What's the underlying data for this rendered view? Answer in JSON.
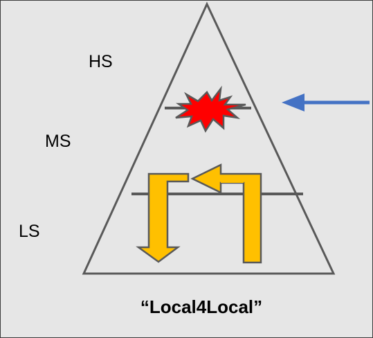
{
  "labels": {
    "high": "HS",
    "middle": "MS",
    "low": "LS"
  },
  "caption": "“Local4Local”",
  "colors": {
    "background": "#e6e6e6",
    "outline": "#595959",
    "explosion": "#ff0000",
    "loop_arrow": "#ffc000",
    "pointer_arrow": "#4472c4"
  },
  "icons": [
    "explosion-icon",
    "loop-arrow-icon",
    "pointer-arrow-icon"
  ]
}
